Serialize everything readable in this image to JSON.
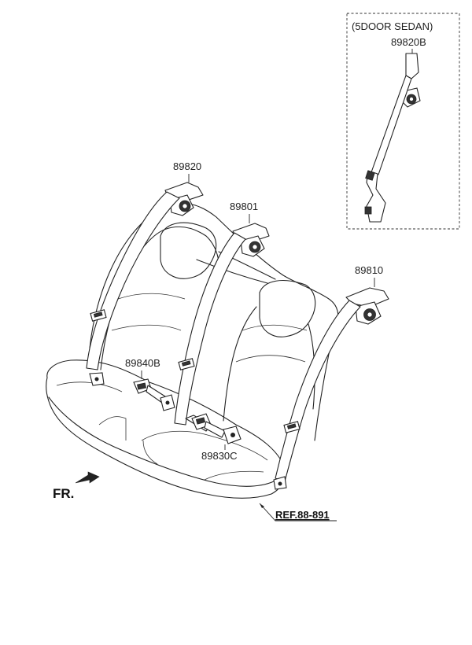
{
  "inset": {
    "title": "(5DOOR SEDAN)",
    "part": "89820B"
  },
  "parts": {
    "p89820": "89820",
    "p89801": "89801",
    "p89810": "89810",
    "p89840B": "89840B",
    "p89830C": "89830C"
  },
  "orientation": "FR.",
  "reference": "REF.88-891"
}
